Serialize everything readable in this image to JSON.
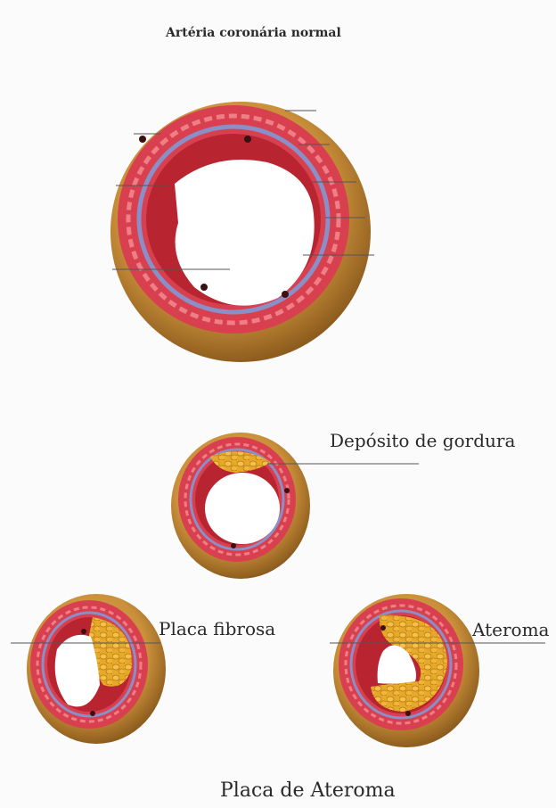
{
  "title": "Artéria coronária normal",
  "labels": {
    "fat_deposit": "Depósito de gordura",
    "fibrous_plaque": "Placa fibrosa",
    "atheroma": "Ateroma"
  },
  "caption": "Placa de Ateroma",
  "colors": {
    "adventitia": "#c98f3a",
    "adventitia_dark": "#8e5d1e",
    "media": "#d8404f",
    "media_light": "#ee7f86",
    "intima_band": "#8a8fc8",
    "lumen_edge": "#c3242e",
    "fat": "#e6a92a",
    "leader_line": "#555555"
  },
  "stages": [
    {
      "id": "normal",
      "plaque": "none"
    },
    {
      "id": "fat-deposit",
      "plaque": "small"
    },
    {
      "id": "fibrous-plaque",
      "plaque": "medium"
    },
    {
      "id": "atheroma",
      "plaque": "large"
    }
  ]
}
